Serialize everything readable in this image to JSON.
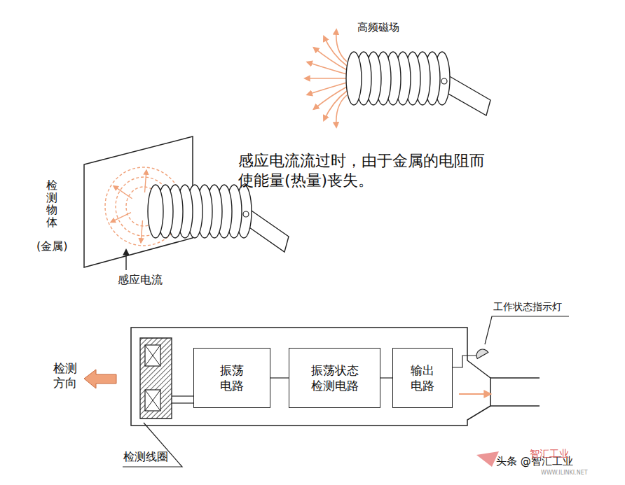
{
  "diagram": {
    "nodes": [
      {
        "text": [
          "振荡 电路"
        ]
      },
      {
        "text": [
          "振荡状态 检测电路"
        ]
      },
      {
        "text": [
          "输出 电路"
        ]
      }
    ],
    "edges": [
      {
        "from": 0,
        "to": 1,
        "arrow": "none"
      },
      {
        "from": 1,
        "to": 2,
        "arrow": "none"
      }
    ],
    "labels": [
      "高频磁场",
      "感应电流流过时，由于金属的电阻而 使能量(热量)丧失。",
      "检测物体",
      "(金属)",
      "感应电流",
      "工作状态指示灯",
      "检测 方向",
      "检测线圈",
      "头条 @智汇工业",
      "智汇工业",
      "WWW.ILINKI.NET"
    ]
  }
}
